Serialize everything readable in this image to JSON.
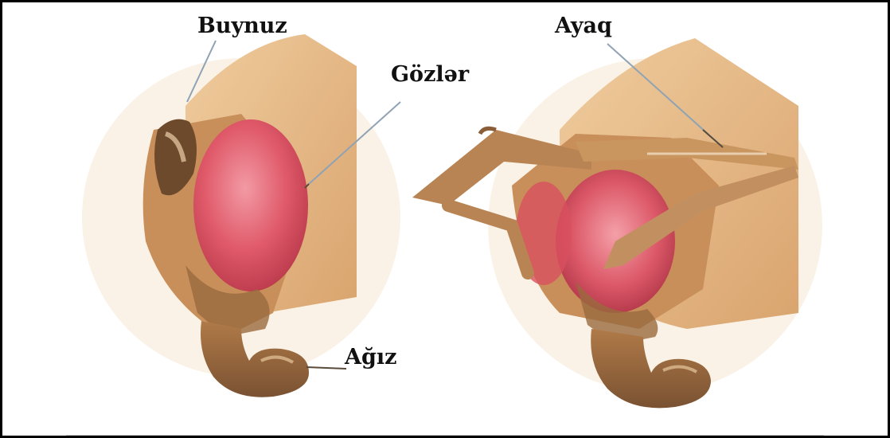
{
  "labels": {
    "antenna": "Buynuz",
    "eyes": "Gözlər",
    "mouth": "Ağız",
    "leg": "Ayaq"
  },
  "colors": {
    "border": "#000000",
    "head_tan": "#c98f5a",
    "head_light": "#e8c08e",
    "eye_red": "#d9505f",
    "eye_highlight": "#f08a94",
    "leader_line": "#8fa3b4",
    "leader_dark": "#5a4a3a",
    "label_text": "#111111"
  },
  "figures": [
    {
      "name": "fly-head-side-view",
      "parts": [
        "antenna",
        "eyes",
        "mouth"
      ]
    },
    {
      "name": "fly-head-front-view",
      "parts": [
        "leg"
      ]
    }
  ]
}
